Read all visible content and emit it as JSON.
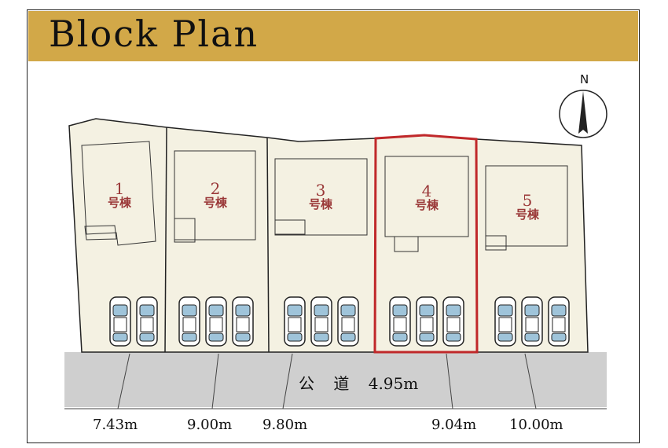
{
  "title": "Block Plan",
  "north_label": "N",
  "lots": [
    {
      "number": "1",
      "kind": "号棟",
      "highlighted": false
    },
    {
      "number": "2",
      "kind": "号棟",
      "highlighted": false
    },
    {
      "number": "3",
      "kind": "号棟",
      "highlighted": false
    },
    {
      "number": "4",
      "kind": "号棟",
      "highlighted": true
    },
    {
      "number": "5",
      "kind": "号棟",
      "highlighted": false
    }
  ],
  "road": {
    "label": "公 道 4.95m"
  },
  "frontages": [
    "7.43m",
    "9.00m",
    "9.80m",
    "9.04m",
    "10.00m"
  ],
  "colors": {
    "header": "#d2a848",
    "lot_fill": "#f4f1e2",
    "road": "#cfcfcf",
    "highlight": "#c0282a",
    "label": "#9a3838",
    "car": "#9fc4da"
  }
}
